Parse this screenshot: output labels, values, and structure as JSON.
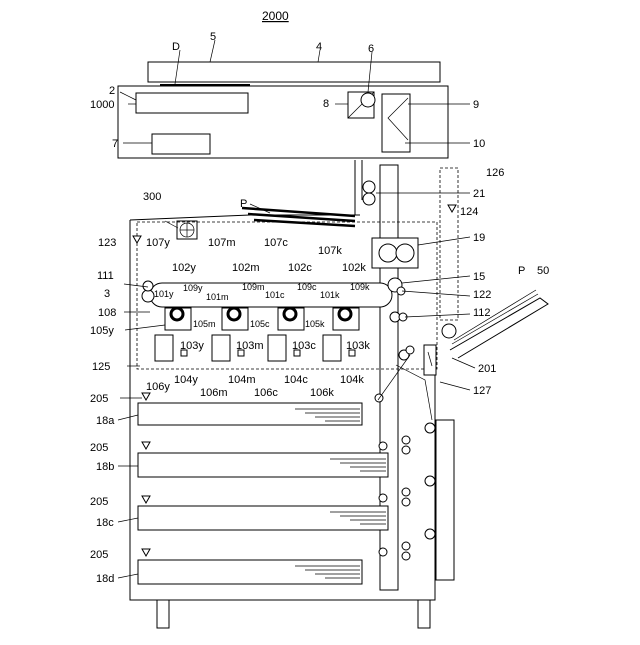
{
  "figure_number": "2000",
  "labels": {
    "D": "D",
    "n5": "5",
    "n4": "4",
    "n6": "6",
    "n2": "2",
    "n1000": "1000",
    "n8": "8",
    "n9": "9",
    "n7": "7",
    "n10": "10",
    "n126": "126",
    "n21": "21",
    "n300": "300",
    "P_top": "P",
    "n124": "124",
    "n123": "123",
    "n107y": "107y",
    "n107m": "107m",
    "n107c": "107c",
    "n107k": "107k",
    "n19": "19",
    "n102y": "102y",
    "n102m": "102m",
    "n102c": "102c",
    "n102k": "102k",
    "n111": "111",
    "n15": "15",
    "P_right": "P",
    "n50": "50",
    "n3": "3",
    "n101y": "101y",
    "n109y": "109y",
    "n101m": "101m",
    "n109m": "109m",
    "n101c": "101c",
    "n109c": "109c",
    "n101k": "101k",
    "n109k": "109k",
    "n122": "122",
    "n108": "108",
    "n112": "112",
    "n105y": "105y",
    "n105m": "105m",
    "n105c": "105c",
    "n105k": "105k",
    "n103y": "103y",
    "n103m": "103m",
    "n103c": "103c",
    "n103k": "103k",
    "n125": "125",
    "n201": "201",
    "n104y": "104y",
    "n104m": "104m",
    "n104c": "104c",
    "n104k": "104k",
    "n106y": "106y",
    "n106m": "106m",
    "n106c": "106c",
    "n106k": "106k",
    "n127": "127",
    "n205a": "205",
    "n18a": "18a",
    "n205b": "205",
    "n18b": "18b",
    "n205c": "205",
    "n18c": "18c",
    "n205d": "205",
    "n18d": "18d"
  }
}
